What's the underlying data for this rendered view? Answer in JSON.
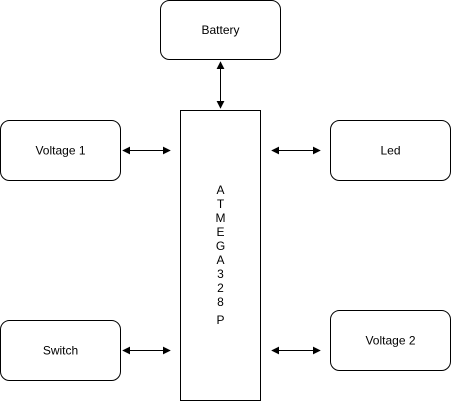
{
  "nodes": {
    "battery": {
      "label": "Battery"
    },
    "voltage1": {
      "label": "Voltage 1"
    },
    "led": {
      "label": "Led"
    },
    "switch": {
      "label": "Switch"
    },
    "voltage2": {
      "label": "Voltage 2"
    },
    "mcu": {
      "letters": [
        "A",
        "T",
        "M",
        "E",
        "G",
        "A",
        "3",
        "2",
        "8",
        "P"
      ]
    }
  },
  "edges": [
    {
      "from": "battery",
      "to": "mcu",
      "bidirectional": true
    },
    {
      "from": "voltage1",
      "to": "mcu",
      "bidirectional": true
    },
    {
      "from": "mcu",
      "to": "led",
      "bidirectional": true
    },
    {
      "from": "switch",
      "to": "mcu",
      "bidirectional": true
    },
    {
      "from": "mcu",
      "to": "voltage2",
      "bidirectional": true
    }
  ]
}
